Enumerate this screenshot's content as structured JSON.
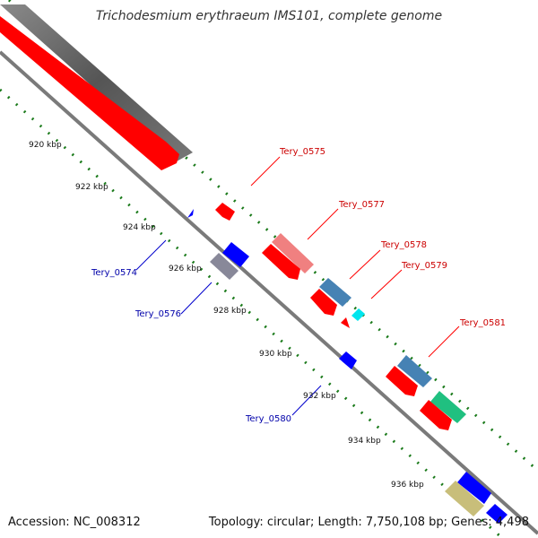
{
  "title": "Trichodesmium erythraeum IMS101, complete genome",
  "accession": "Accession: NC_008312",
  "topology": "Topology: circular; Length: 7,750,108 bp; Genes: 4,498",
  "colors": {
    "forward": "#ff0000",
    "reverse": "#0000ff",
    "tick": "#1a7a1a",
    "backbone": "#8a8a8a",
    "gc": "#666666"
  },
  "kbp_labels": [
    "920 kbp",
    "922 kbp",
    "924 kbp",
    "926 kbp",
    "928 kbp",
    "930 kbp",
    "932 kbp",
    "934 kbp",
    "936 kbp"
  ],
  "gene_labels": {
    "tery_0574": "Tery_0574",
    "tery_0575": "Tery_0575",
    "tery_0576": "Tery_0576",
    "tery_0577": "Tery_0577",
    "tery_0578": "Tery_0578",
    "tery_0579": "Tery_0579",
    "tery_0580": "Tery_0580",
    "tery_0581": "Tery_0581"
  }
}
